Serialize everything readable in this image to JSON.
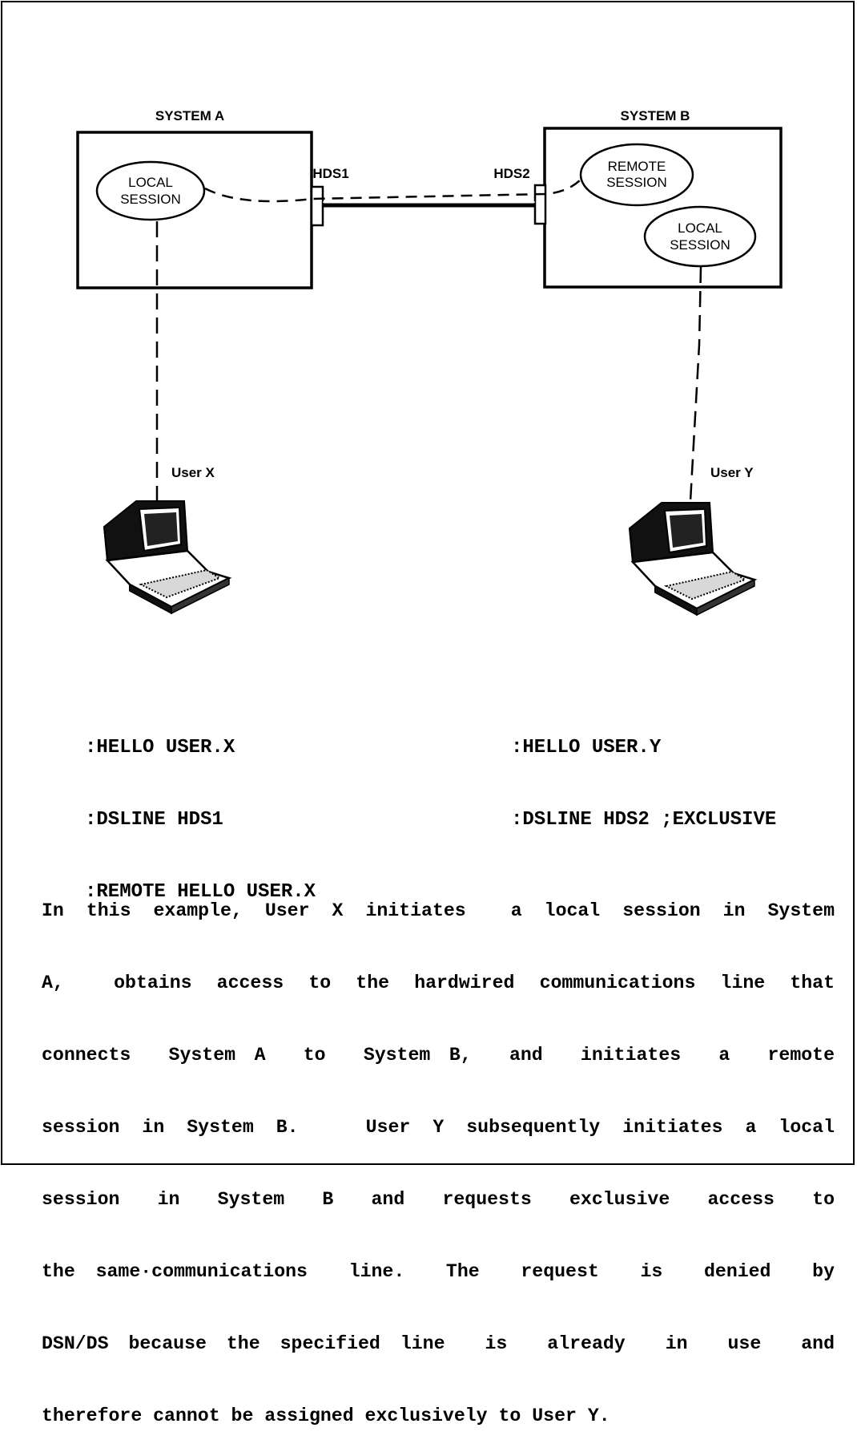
{
  "systems": {
    "a": {
      "title": "SYSTEM A",
      "session": [
        "LOCAL",
        "SESSION"
      ],
      "port": "HDS1"
    },
    "b": {
      "title": "SYSTEM B",
      "remote_session": [
        "REMOTE",
        "SESSION"
      ],
      "local_session": [
        "LOCAL",
        "SESSION"
      ],
      "port": "HDS2"
    }
  },
  "users": {
    "x": {
      "label": "User X",
      "commands": [
        ":HELLO USER.X",
        ":DSLINE HDS1",
        ":REMOTE HELLO USER.X"
      ]
    },
    "y": {
      "label": "User Y",
      "commands": [
        ":HELLO USER.Y",
        ":DSLINE HDS2 ;EXCLUSIVE"
      ]
    }
  },
  "caption_lines": [
    "In this example, User X initiates  a local session in System",
    "A,  obtains access to the hardwired communications line that",
    "connects  System A  to  System B,  and  initiates  a  remote",
    "session in System B.   User Y subsequently initiates a local",
    "session  in  System  B  and  requests  exclusive  access  to",
    "the same·communications  line.  The  request  is  denied  by",
    "DSN/DS because the specified line  is  already  in  use  and",
    "therefore cannot be assigned exclusively to User Y."
  ]
}
